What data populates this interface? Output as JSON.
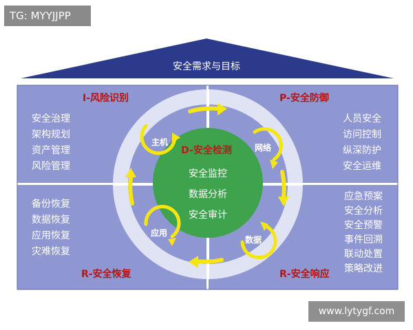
{
  "tag": "TG: MYYJJPP",
  "watermark": "www.lytygf.com",
  "roof_title": "安全需求与目标",
  "quadrants": {
    "identify": {
      "title": "I-风险识别",
      "items": [
        "安全治理",
        "架构规划",
        "资产管理",
        "风险管理"
      ]
    },
    "protect": {
      "title": "P-安全防御",
      "items": [
        "人员安全",
        "访问控制",
        "纵深防护",
        "安全运维"
      ]
    },
    "recover": {
      "title": "R-安全恢复",
      "items": [
        "备份恢复",
        "数据恢复",
        "应用恢复",
        "灾难恢复"
      ]
    },
    "respond": {
      "title": "R-安全响应",
      "items": [
        "应急预案",
        "安全分析",
        "安全预警",
        "事件回溯",
        "联动处置",
        "策略改进"
      ]
    }
  },
  "center": {
    "title": "D-安全检测",
    "items": [
      "安全监控",
      "数据分析",
      "安全审计"
    ]
  },
  "nodes": {
    "host": "主机",
    "network": "网络",
    "app": "应用",
    "data": "数据"
  },
  "colors": {
    "roof": "#2c3a8c",
    "panel": "#8f97d2",
    "ring": "#dfe3f3",
    "core": "#3fa34d",
    "arrow": "#f5e513",
    "title_red": "#b41414"
  },
  "icons": [
    "cycle-arrow-icon"
  ]
}
